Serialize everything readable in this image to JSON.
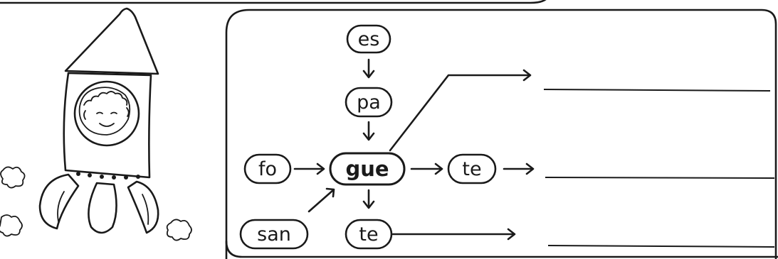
{
  "worksheet": {
    "syllables": {
      "top": "es",
      "upper": "pa",
      "left": "fo",
      "center": "gue",
      "right": "te",
      "bottom_left": "san",
      "bottom": "te"
    },
    "answer_blanks": 3
  }
}
